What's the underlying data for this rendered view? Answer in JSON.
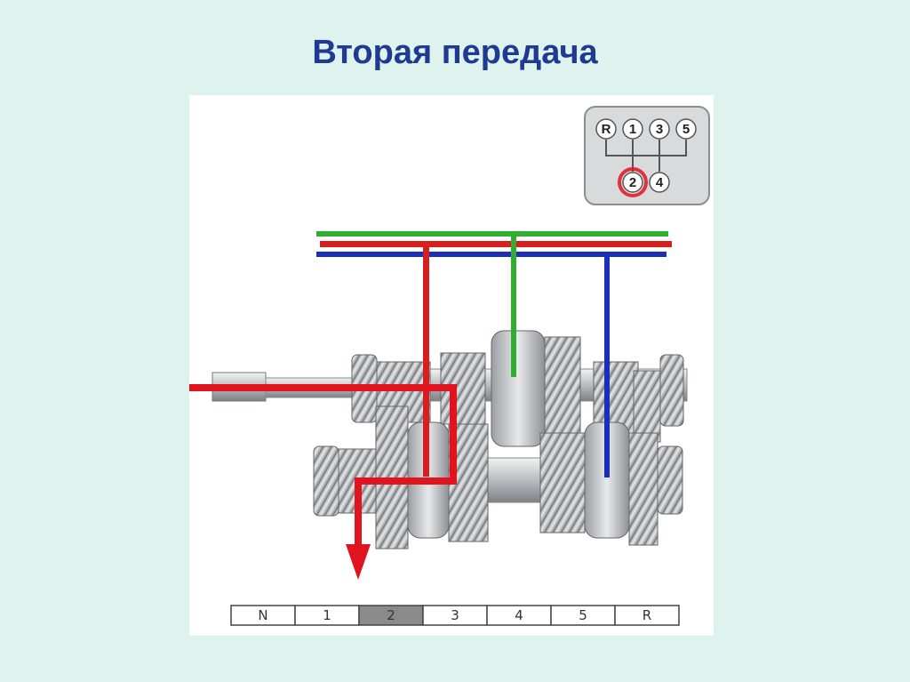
{
  "title": "Вторая передача",
  "shift_pattern": {
    "top_row": [
      "R",
      "1",
      "3",
      "5"
    ],
    "bottom_row": [
      "2",
      "4"
    ],
    "selected": "2"
  },
  "gear_bar": {
    "items": [
      "N",
      "1",
      "2",
      "3",
      "4",
      "5",
      "R"
    ],
    "selected": "2"
  },
  "colors": {
    "background": "#dff3ee",
    "title": "#1f3a93",
    "rail_green": "#2fae2f",
    "rail_red": "#d81e1e",
    "rail_blue": "#1c2fb8",
    "power_flow": "#e0141e",
    "selected_cell": "#8a8a8a"
  }
}
